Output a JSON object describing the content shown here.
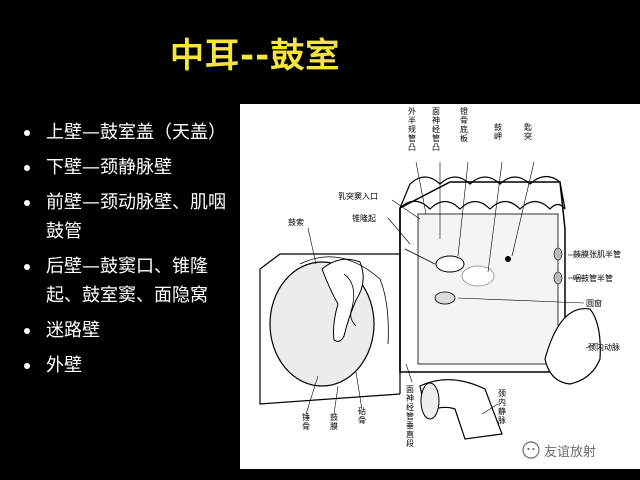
{
  "slide": {
    "title": "中耳--鼓室",
    "bullets": [
      "上壁—鼓室盖（天盖）",
      "下壁—颈静脉壁",
      "前壁—颈动脉壁、肌咽鼓管",
      "后壁—鼓窦口、锥隆起、鼓室窦、面隐窝",
      "迷路壁",
      "外壁"
    ]
  },
  "figure": {
    "labels": {
      "waibanguiguantu": "外半规管凸",
      "mianshenjingguantu": "面神经管凸",
      "denggudiban": "镫骨底板",
      "gujia": "鼓岬",
      "shengwo": "匙突",
      "rutudourukou": "乳突窦入口",
      "zhuilongqi": "锥隆起",
      "gusuo": "鼓索",
      "gumozhangjibanguan": "鼓膜张肌半管",
      "yangubanguan": "咽鼓管半管",
      "yuanchuang": "圆窗",
      "jingneidongmai": "颈内动脉",
      "jingneijingmai": "颈内静脉",
      "mianshenjingguanchuizhiduan": "面神经管垂直段",
      "chuigu": "锤骨",
      "gumo": "鼓膜",
      "zhengu": "砧骨"
    }
  },
  "watermark": {
    "text": "友谊放射"
  }
}
